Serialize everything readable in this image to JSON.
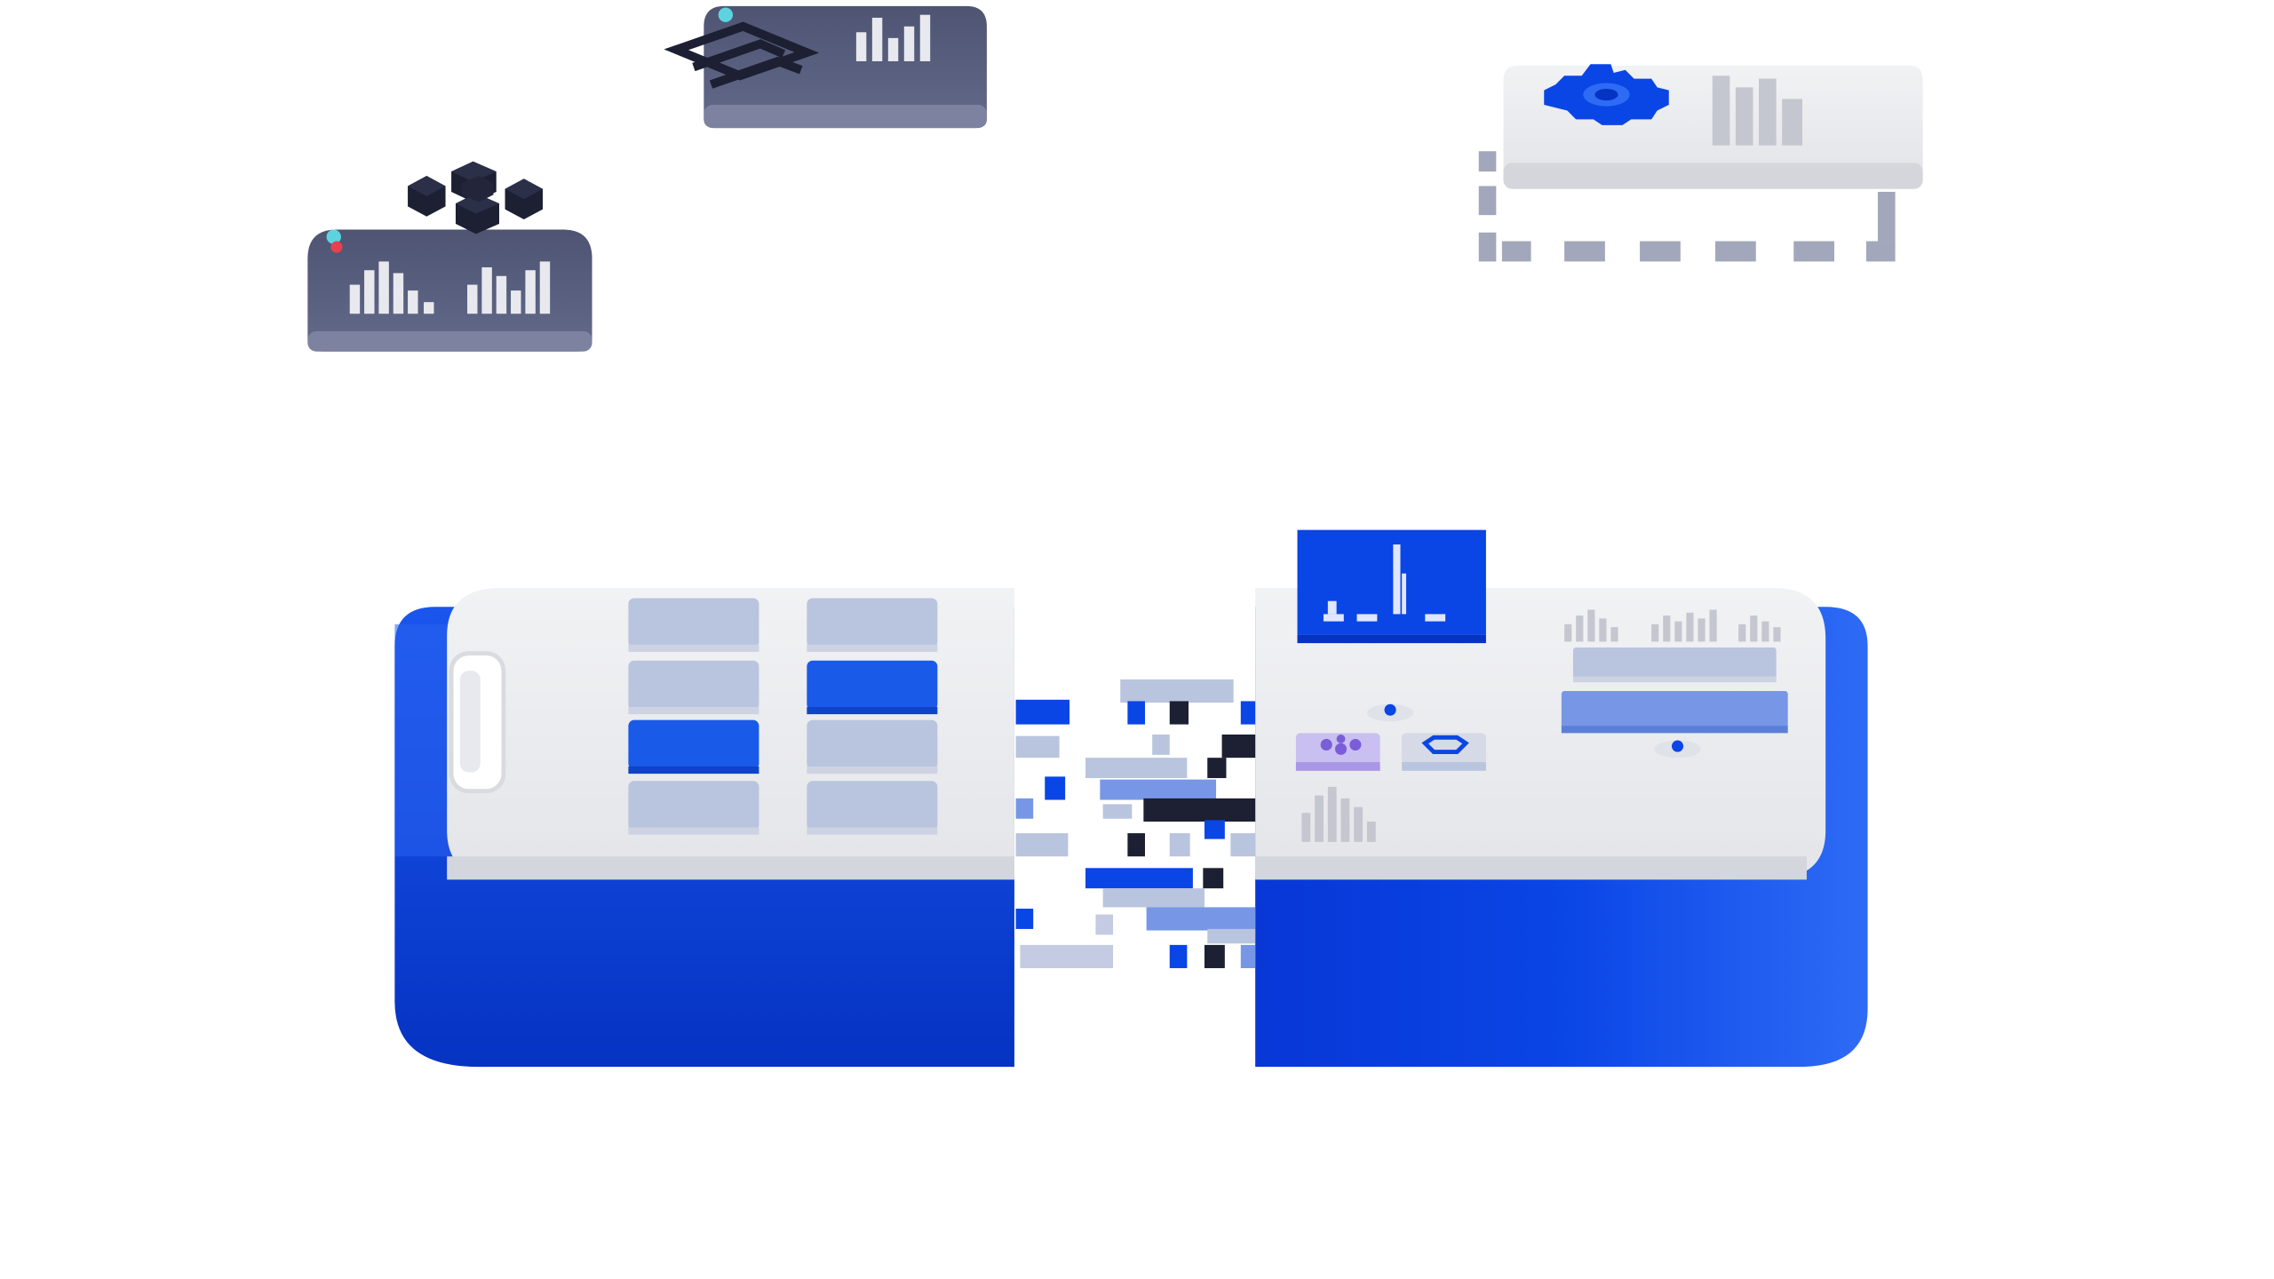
{
  "colors": {
    "background": "#ffffff",
    "brand_blue": "#0a45e6",
    "brand_blue_light": "#2e6bf5",
    "brand_blue_deep": "#0533c2",
    "panel_white": "#eaebee",
    "panel_white_edge": "#d4d6dc",
    "soft_blue": "#b9c4de",
    "mid_blue": "#7797e6",
    "dark_slate": "#595f7c",
    "dark_slate_edge": "#6e7594",
    "cube_black": "#1d2033",
    "purple_chip": "#a996e6",
    "accent_teal": "#5dd3e0",
    "accent_red": "#e8404e"
  },
  "illustration": {
    "description_icons": [
      "server-cube-cluster-icon",
      "dashboard-panel-icon",
      "gear-icon",
      "analytics-screen-icon",
      "bar-chart-icon",
      "dashed-connection-icon",
      "pixel-data-stream-icon"
    ],
    "left_grid_highlighted_tiles": [
      3,
      4
    ],
    "left_grid_tile_count": 8
  }
}
